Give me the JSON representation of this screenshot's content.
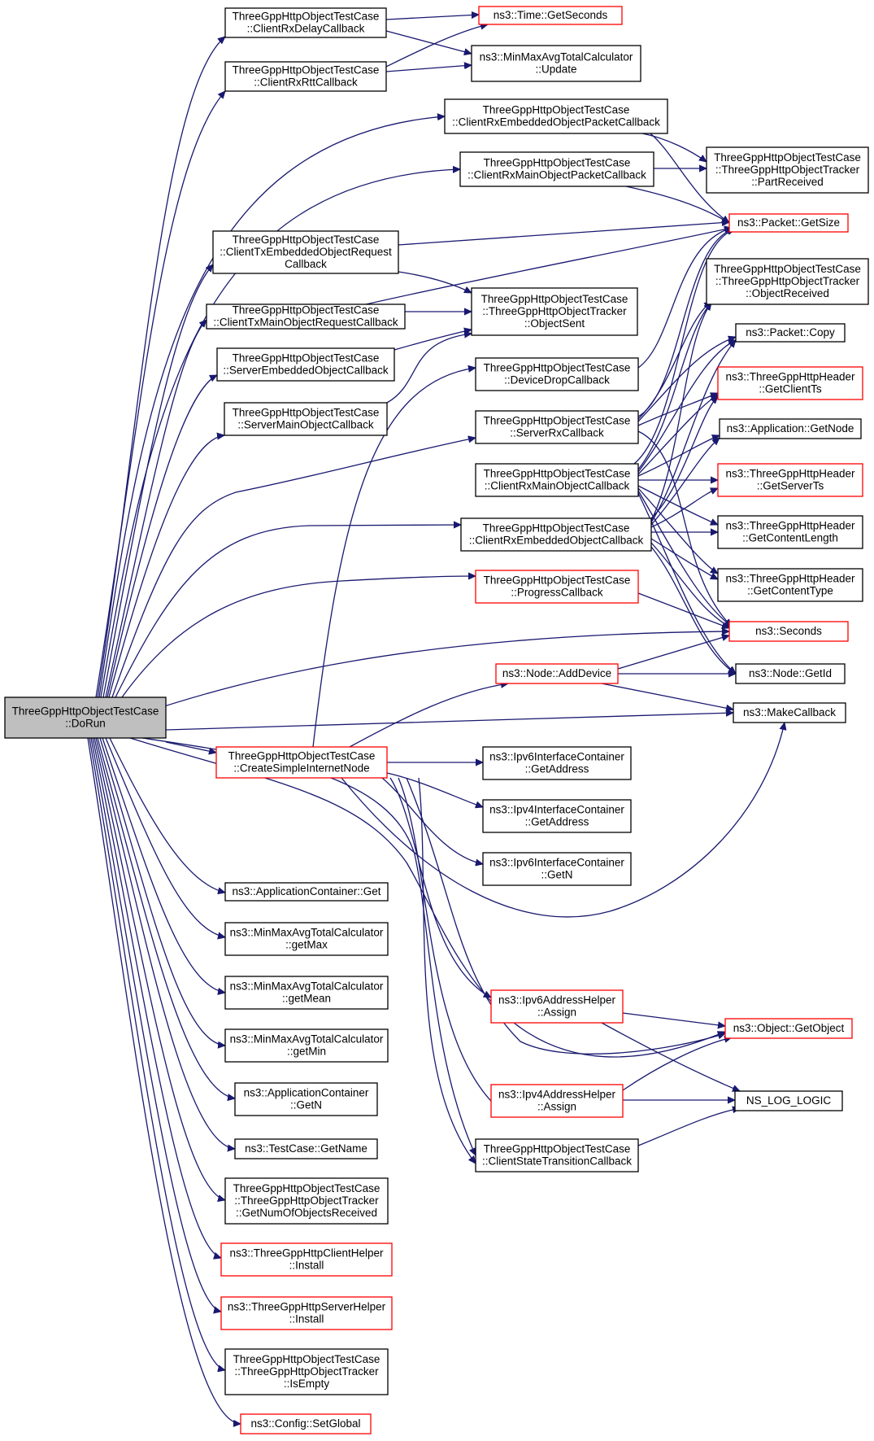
{
  "colors": {
    "edge": "#191970",
    "normal_border": "#000000",
    "link_border": "#ff0000",
    "root_fill": "#bfbfbf",
    "node_fill": "#ffffff"
  },
  "nodes": [
    {
      "id": "dorun",
      "lines": [
        "ThreeGppHttpObjectTestCase",
        "::DoRun"
      ],
      "style": "root"
    },
    {
      "id": "rxdelay",
      "lines": [
        "ThreeGppHttpObjectTestCase",
        "::ClientRxDelayCallback"
      ],
      "style": "normal"
    },
    {
      "id": "rxrtt",
      "lines": [
        "ThreeGppHttpObjectTestCase",
        "::ClientRxRttCallback"
      ],
      "style": "normal"
    },
    {
      "id": "gettime",
      "lines": [
        "ns3::Time::GetSeconds"
      ],
      "style": "link"
    },
    {
      "id": "mmupdate",
      "lines": [
        "ns3::MinMaxAvgTotalCalculator",
        "::Update"
      ],
      "style": "normal"
    },
    {
      "id": "rxembpkt",
      "lines": [
        "ThreeGppHttpObjectTestCase",
        "::ClientRxEmbeddedObjectPacketCallback"
      ],
      "style": "normal"
    },
    {
      "id": "rxmainpkt",
      "lines": [
        "ThreeGppHttpObjectTestCase",
        "::ClientRxMainObjectPacketCallback"
      ],
      "style": "normal"
    },
    {
      "id": "partrecv",
      "lines": [
        "ThreeGppHttpObjectTestCase",
        "::ThreeGppHttpObjectTracker",
        "::PartReceived"
      ],
      "style": "normal"
    },
    {
      "id": "getsize",
      "lines": [
        "ns3::Packet::GetSize"
      ],
      "style": "link"
    },
    {
      "id": "txemb",
      "lines": [
        "ThreeGppHttpObjectTestCase",
        "::ClientTxEmbeddedObjectRequest",
        "Callback"
      ],
      "style": "normal"
    },
    {
      "id": "txmain",
      "lines": [
        "ThreeGppHttpObjectTestCase",
        "::ClientTxMainObjectRequestCallback"
      ],
      "style": "normal"
    },
    {
      "id": "objsent",
      "lines": [
        "ThreeGppHttpObjectTestCase",
        "::ThreeGppHttpObjectTracker",
        "::ObjectSent"
      ],
      "style": "normal"
    },
    {
      "id": "objrecv",
      "lines": [
        "ThreeGppHttpObjectTestCase",
        "::ThreeGppHttpObjectTracker",
        "::ObjectReceived"
      ],
      "style": "normal"
    },
    {
      "id": "srvemb",
      "lines": [
        "ThreeGppHttpObjectTestCase",
        "::ServerEmbeddedObjectCallback"
      ],
      "style": "normal"
    },
    {
      "id": "devdrop",
      "lines": [
        "ThreeGppHttpObjectTestCase",
        "::DeviceDropCallback"
      ],
      "style": "normal"
    },
    {
      "id": "pktcopy",
      "lines": [
        "ns3::Packet::Copy"
      ],
      "style": "normal"
    },
    {
      "id": "srvmain",
      "lines": [
        "ThreeGppHttpObjectTestCase",
        "::ServerMainObjectCallback"
      ],
      "style": "normal"
    },
    {
      "id": "srvrx",
      "lines": [
        "ThreeGppHttpObjectTestCase",
        "::ServerRxCallback"
      ],
      "style": "normal"
    },
    {
      "id": "getclientts",
      "lines": [
        "ns3::ThreeGppHttpHeader",
        "::GetClientTs"
      ],
      "style": "link"
    },
    {
      "id": "getnode",
      "lines": [
        "ns3::Application::GetNode"
      ],
      "style": "normal"
    },
    {
      "id": "rxmainobj",
      "lines": [
        "ThreeGppHttpObjectTestCase",
        "::ClientRxMainObjectCallback"
      ],
      "style": "normal"
    },
    {
      "id": "getserverts",
      "lines": [
        "ns3::ThreeGppHttpHeader",
        "::GetServerTs"
      ],
      "style": "link"
    },
    {
      "id": "rxembobj",
      "lines": [
        "ThreeGppHttpObjectTestCase",
        "::ClientRxEmbeddedObjectCallback"
      ],
      "style": "normal"
    },
    {
      "id": "getclen",
      "lines": [
        "ns3::ThreeGppHttpHeader",
        "::GetContentLength"
      ],
      "style": "normal"
    },
    {
      "id": "getctype",
      "lines": [
        "ns3::ThreeGppHttpHeader",
        "::GetContentType"
      ],
      "style": "normal"
    },
    {
      "id": "progress",
      "lines": [
        "ThreeGppHttpObjectTestCase",
        "::ProgressCallback"
      ],
      "style": "link"
    },
    {
      "id": "seconds",
      "lines": [
        "ns3::Seconds"
      ],
      "style": "link"
    },
    {
      "id": "adddevice",
      "lines": [
        "ns3::Node::AddDevice"
      ],
      "style": "link"
    },
    {
      "id": "nodegetid",
      "lines": [
        "ns3::Node::GetId"
      ],
      "style": "normal"
    },
    {
      "id": "makecb",
      "lines": [
        "ns3::MakeCallback"
      ],
      "style": "normal"
    },
    {
      "id": "createnode",
      "lines": [
        "ThreeGppHttpObjectTestCase",
        "::CreateSimpleInternetNode"
      ],
      "style": "link"
    },
    {
      "id": "ipv6getaddr",
      "lines": [
        "ns3::Ipv6InterfaceContainer",
        "::GetAddress"
      ],
      "style": "normal"
    },
    {
      "id": "ipv4getaddr",
      "lines": [
        "ns3::Ipv4InterfaceContainer",
        "::GetAddress"
      ],
      "style": "normal"
    },
    {
      "id": "ipv6getn",
      "lines": [
        "ns3::Ipv6InterfaceContainer",
        "::GetN"
      ],
      "style": "normal"
    },
    {
      "id": "appget",
      "lines": [
        "ns3::ApplicationContainer::Get"
      ],
      "style": "normal"
    },
    {
      "id": "getmax",
      "lines": [
        "ns3::MinMaxAvgTotalCalculator",
        "::getMax"
      ],
      "style": "normal"
    },
    {
      "id": "getmean",
      "lines": [
        "ns3::MinMaxAvgTotalCalculator",
        "::getMean"
      ],
      "style": "normal"
    },
    {
      "id": "ipv6assign",
      "lines": [
        "ns3::Ipv6AddressHelper",
        "::Assign"
      ],
      "style": "link"
    },
    {
      "id": "getobject",
      "lines": [
        "ns3::Object::GetObject"
      ],
      "style": "link"
    },
    {
      "id": "getmin",
      "lines": [
        "ns3::MinMaxAvgTotalCalculator",
        "::getMin"
      ],
      "style": "normal"
    },
    {
      "id": "ipv4assign",
      "lines": [
        "ns3::Ipv4AddressHelper",
        "::Assign"
      ],
      "style": "link"
    },
    {
      "id": "nslog",
      "lines": [
        "NS_LOG_LOGIC"
      ],
      "style": "normal"
    },
    {
      "id": "appgetn",
      "lines": [
        "ns3::ApplicationContainer",
        "::GetN"
      ],
      "style": "normal"
    },
    {
      "id": "statetrans",
      "lines": [
        "ThreeGppHttpObjectTestCase",
        "::ClientStateTransitionCallback"
      ],
      "style": "normal"
    },
    {
      "id": "getname",
      "lines": [
        "ns3::TestCase::GetName"
      ],
      "style": "normal"
    },
    {
      "id": "getnumobj",
      "lines": [
        "ThreeGppHttpObjectTestCase",
        "::ThreeGppHttpObjectTracker",
        "::GetNumOfObjectsReceived"
      ],
      "style": "normal"
    },
    {
      "id": "clientinstall",
      "lines": [
        "ns3::ThreeGppHttpClientHelper",
        "::Install"
      ],
      "style": "link"
    },
    {
      "id": "serverinstall",
      "lines": [
        "ns3::ThreeGppHttpServerHelper",
        "::Install"
      ],
      "style": "link"
    },
    {
      "id": "isempty",
      "lines": [
        "ThreeGppHttpObjectTestCase",
        "::ThreeGppHttpObjectTracker",
        "::IsEmpty"
      ],
      "style": "normal"
    },
    {
      "id": "setglobal",
      "lines": [
        "ns3::Config::SetGlobal"
      ],
      "style": "link"
    }
  ]
}
